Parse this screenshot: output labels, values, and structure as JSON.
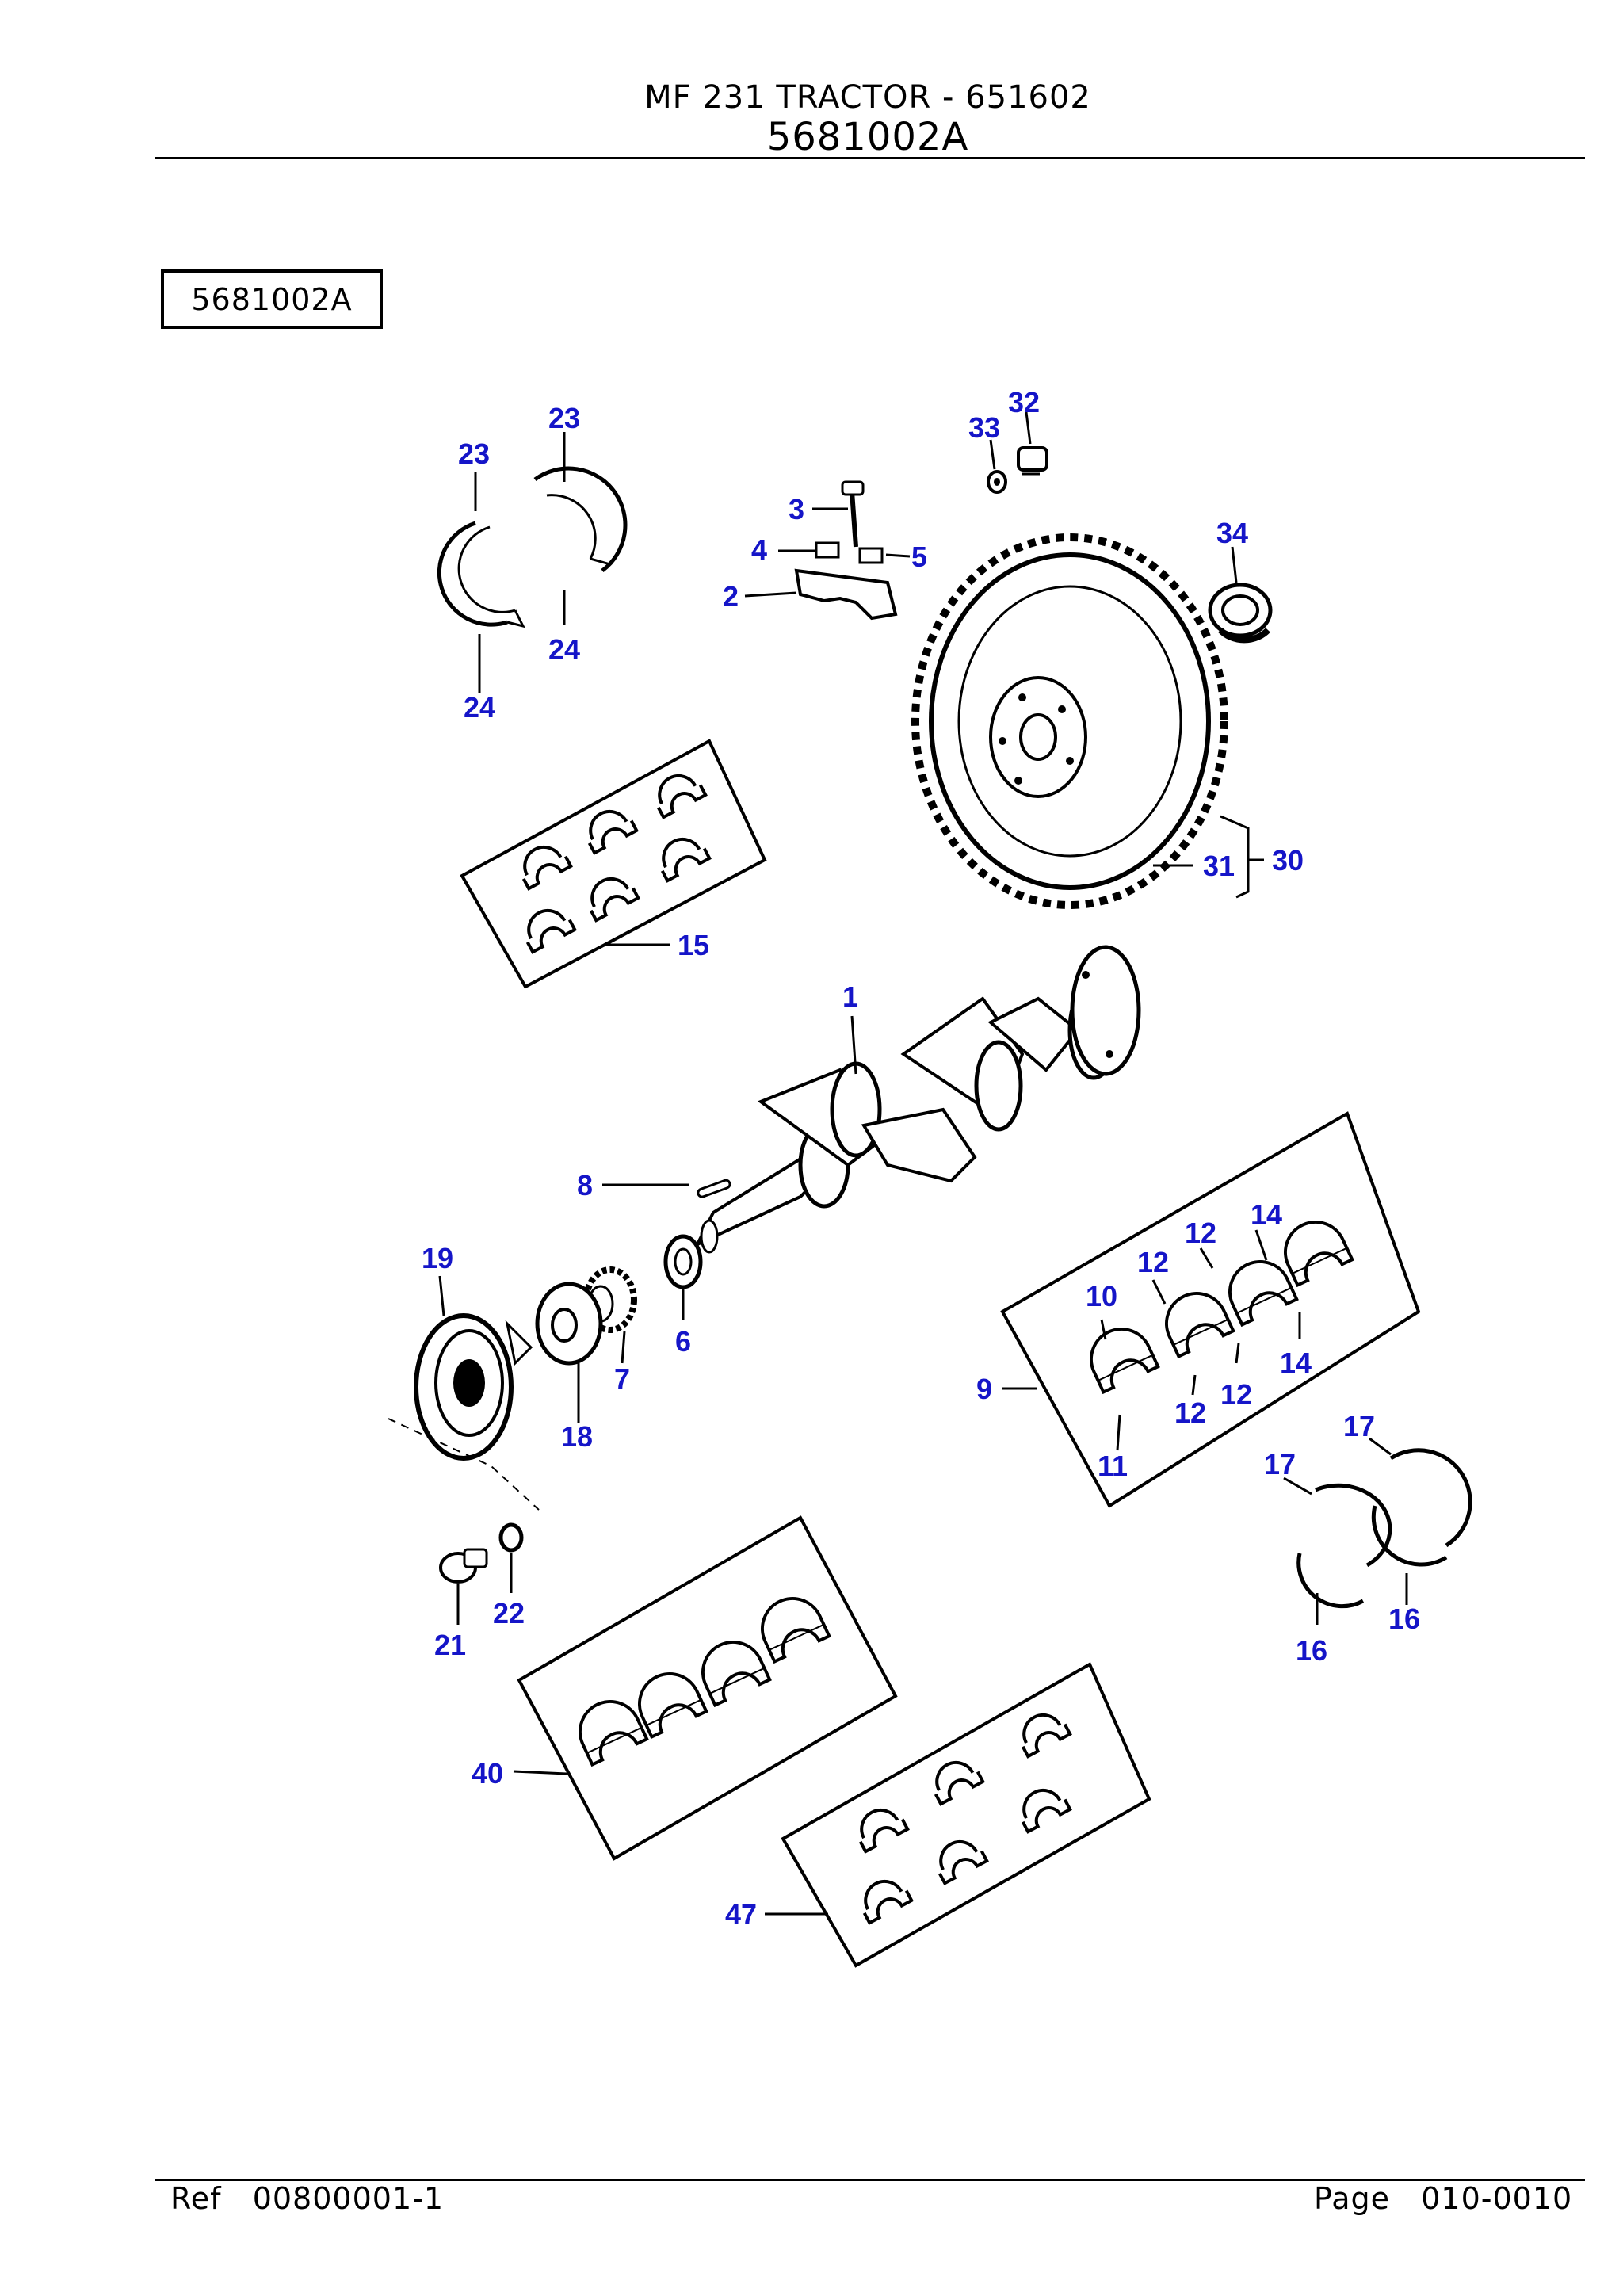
{
  "header": {
    "title": "MF 231   TRACTOR - 651602",
    "code": "5681002A"
  },
  "figure_label": "5681002A",
  "footer": {
    "ref_label": "Ref",
    "ref_value": "00800001-1",
    "page_label": "Page",
    "page_value": "010-0010"
  },
  "callout_color": "#1515c8",
  "callouts": [
    {
      "id": "c23a",
      "text": "23"
    },
    {
      "id": "c23b",
      "text": "23"
    },
    {
      "id": "c24a",
      "text": "24"
    },
    {
      "id": "c24b",
      "text": "24"
    },
    {
      "id": "c32",
      "text": "32"
    },
    {
      "id": "c33",
      "text": "33"
    },
    {
      "id": "c34",
      "text": "34"
    },
    {
      "id": "c3",
      "text": "3"
    },
    {
      "id": "c4",
      "text": "4"
    },
    {
      "id": "c5",
      "text": "5"
    },
    {
      "id": "c2",
      "text": "2"
    },
    {
      "id": "c30",
      "text": "30"
    },
    {
      "id": "c31",
      "text": "31"
    },
    {
      "id": "c15",
      "text": "15"
    },
    {
      "id": "c1",
      "text": "1"
    },
    {
      "id": "c8",
      "text": "8"
    },
    {
      "id": "c19",
      "text": "19"
    },
    {
      "id": "c18",
      "text": "18"
    },
    {
      "id": "c7",
      "text": "7"
    },
    {
      "id": "c6",
      "text": "6"
    },
    {
      "id": "c9",
      "text": "9"
    },
    {
      "id": "c10",
      "text": "10"
    },
    {
      "id": "c11",
      "text": "11"
    },
    {
      "id": "c12a",
      "text": "12"
    },
    {
      "id": "c12b",
      "text": "12"
    },
    {
      "id": "c12c",
      "text": "12"
    },
    {
      "id": "c12d",
      "text": "12"
    },
    {
      "id": "c14a",
      "text": "14"
    },
    {
      "id": "c14b",
      "text": "14"
    },
    {
      "id": "c17a",
      "text": "17"
    },
    {
      "id": "c17b",
      "text": "17"
    },
    {
      "id": "c16a",
      "text": "16"
    },
    {
      "id": "c16b",
      "text": "16"
    },
    {
      "id": "c21",
      "text": "21"
    },
    {
      "id": "c22",
      "text": "22"
    },
    {
      "id": "c40",
      "text": "40"
    },
    {
      "id": "c47",
      "text": "47"
    }
  ]
}
